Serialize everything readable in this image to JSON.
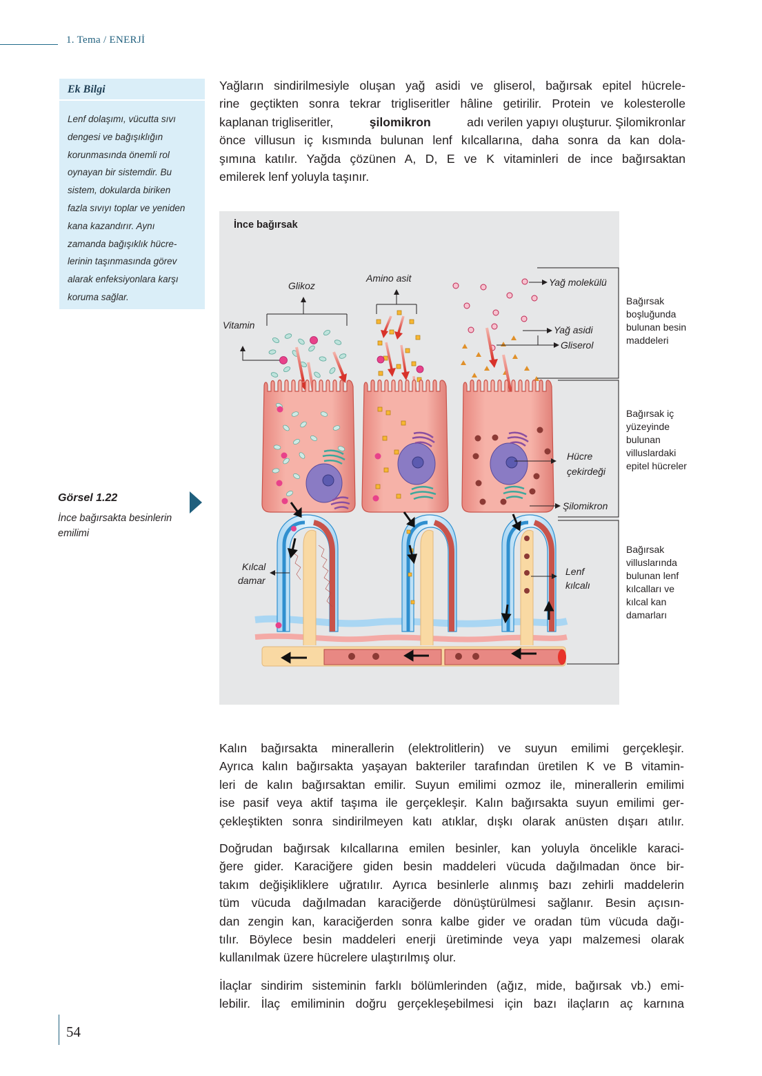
{
  "header": {
    "chapter": "1. Tema / ENERJİ"
  },
  "info_box": {
    "title": "Ek Bilgi",
    "lines": [
      "Lenf dolaşımı, vücutta sıvı",
      "dengesi ve bağışıklığın",
      "korunmasında önemli rol",
      "oynayan bir sistemdir. Bu",
      "sistem, dokularda biriken",
      "fazla sıvıyı toplar ve yeniden",
      "kana kazandırır. Aynı",
      "zamanda bağışıklık hücre-",
      "lerinin taşınmasında görev",
      "alarak enfeksiyonlara karşı",
      "koruma sağlar."
    ]
  },
  "paragraph1": {
    "lines": [
      "Yağların sindirilmesiyle oluşan yağ asidi ve gliserol, bağırsak epitel hücrele-",
      "rine geçtikten sonra tekrar trigliseritler hâline getirilir. Protein ve kolesterolle",
      "kaplanan trigliseritler,",
      "şilomikron",
      "adı verilen yapıyı oluşturur. Şilomikronlar",
      "önce villusun iç kısmında bulunan lenf kılcallarına, daha sonra da kan dola-",
      "şımına katılır. Yağda çözünen A, D, E ve K vitaminleri de ince bağırsaktan",
      "emilerek lenf yoluyla taşınır."
    ]
  },
  "figure": {
    "title": "İnce bağırsak",
    "caption_title": "Görsel 1.22",
    "caption_lines": [
      "İnce bağırsakta besinlerin",
      "emilimi"
    ],
    "labels": {
      "glikoz": "Glikoz",
      "amino_asit": "Amino asit",
      "yag_molekulu": "Yağ molekülü",
      "vitamin": "Vitamin",
      "yag_asidi": "Yağ asidi",
      "gliserol": "Gliserol",
      "hucre": "Hücre",
      "cekirdegi": "çekirdeği",
      "silomikron": "Şilomikron",
      "kilcal": "Kılcal",
      "damar": "damar",
      "lenf": "Lenf",
      "kilcali": "kılcalı"
    },
    "side_labels": {
      "lumen": [
        "Bağırsak",
        "boşluğunda",
        "bulunan besin",
        "maddeleri"
      ],
      "epithelium": [
        "Bağırsak iç",
        "yüzeyinde",
        "bulunan",
        "villuslardaki",
        "epitel hücreler"
      ],
      "villus": [
        "Bağırsak",
        "villuslarında",
        "bulunan lenf",
        "kılcalları ve",
        "kılcal kan",
        "damarları"
      ]
    },
    "colors": {
      "background": "#e6e7e8",
      "cell": "#f3a9a0",
      "nucleus": "#8a7bc4",
      "capillary_blue": "#2f8fcf",
      "lymph": "#f9d9a3",
      "artery": "#d9534f"
    }
  },
  "paragraph2": {
    "lines": [
      "Kalın bağırsakta minerallerin (elektrolitlerin) ve suyun emilimi gerçekleşir.",
      "Ayrıca kalın bağırsakta yaşayan bakteriler tarafından üretilen K ve B vitamin-",
      "leri de kalın bağırsaktan emilir. Suyun emilimi ozmoz ile, minerallerin emilimi",
      "ise pasif veya aktif taşıma ile gerçekleşir. Kalın bağırsakta suyun emilimi ger-",
      "çekleştikten sonra sindirilmeyen katı atıklar, dışkı olarak anüsten dışarı atılır."
    ]
  },
  "paragraph3": {
    "lines": [
      "Doğrudan bağırsak kılcallarına emilen besinler, kan yoluyla öncelikle karaci-",
      "ğere gider. Karaciğere giden besin maddeleri vücuda dağılmadan önce bir-",
      "takım değişikliklere uğratılır. Ayrıca besinlerle alınmış bazı zehirli maddelerin",
      "tüm vücuda dağılmadan karaciğerde dönüştürülmesi sağlanır. Besin açısın-",
      "dan zengin kan, karaciğerden sonra kalbe gider ve oradan tüm vücuda dağı-",
      "tılır. Böylece besin maddeleri enerji üretiminde veya yapı malzemesi olarak",
      "kullanılmak üzere hücrelere ulaştırılmış olur."
    ]
  },
  "paragraph4": {
    "lines": [
      "İlaçlar sindirim sisteminin farklı bölümlerinden (ağız, mide, bağırsak vb.) emi-",
      "lebilir. İlaç emiliminin doğru gerçekleşebilmesi için bazı ilaçların aç karnına"
    ]
  },
  "footer": {
    "page_number": "54"
  }
}
